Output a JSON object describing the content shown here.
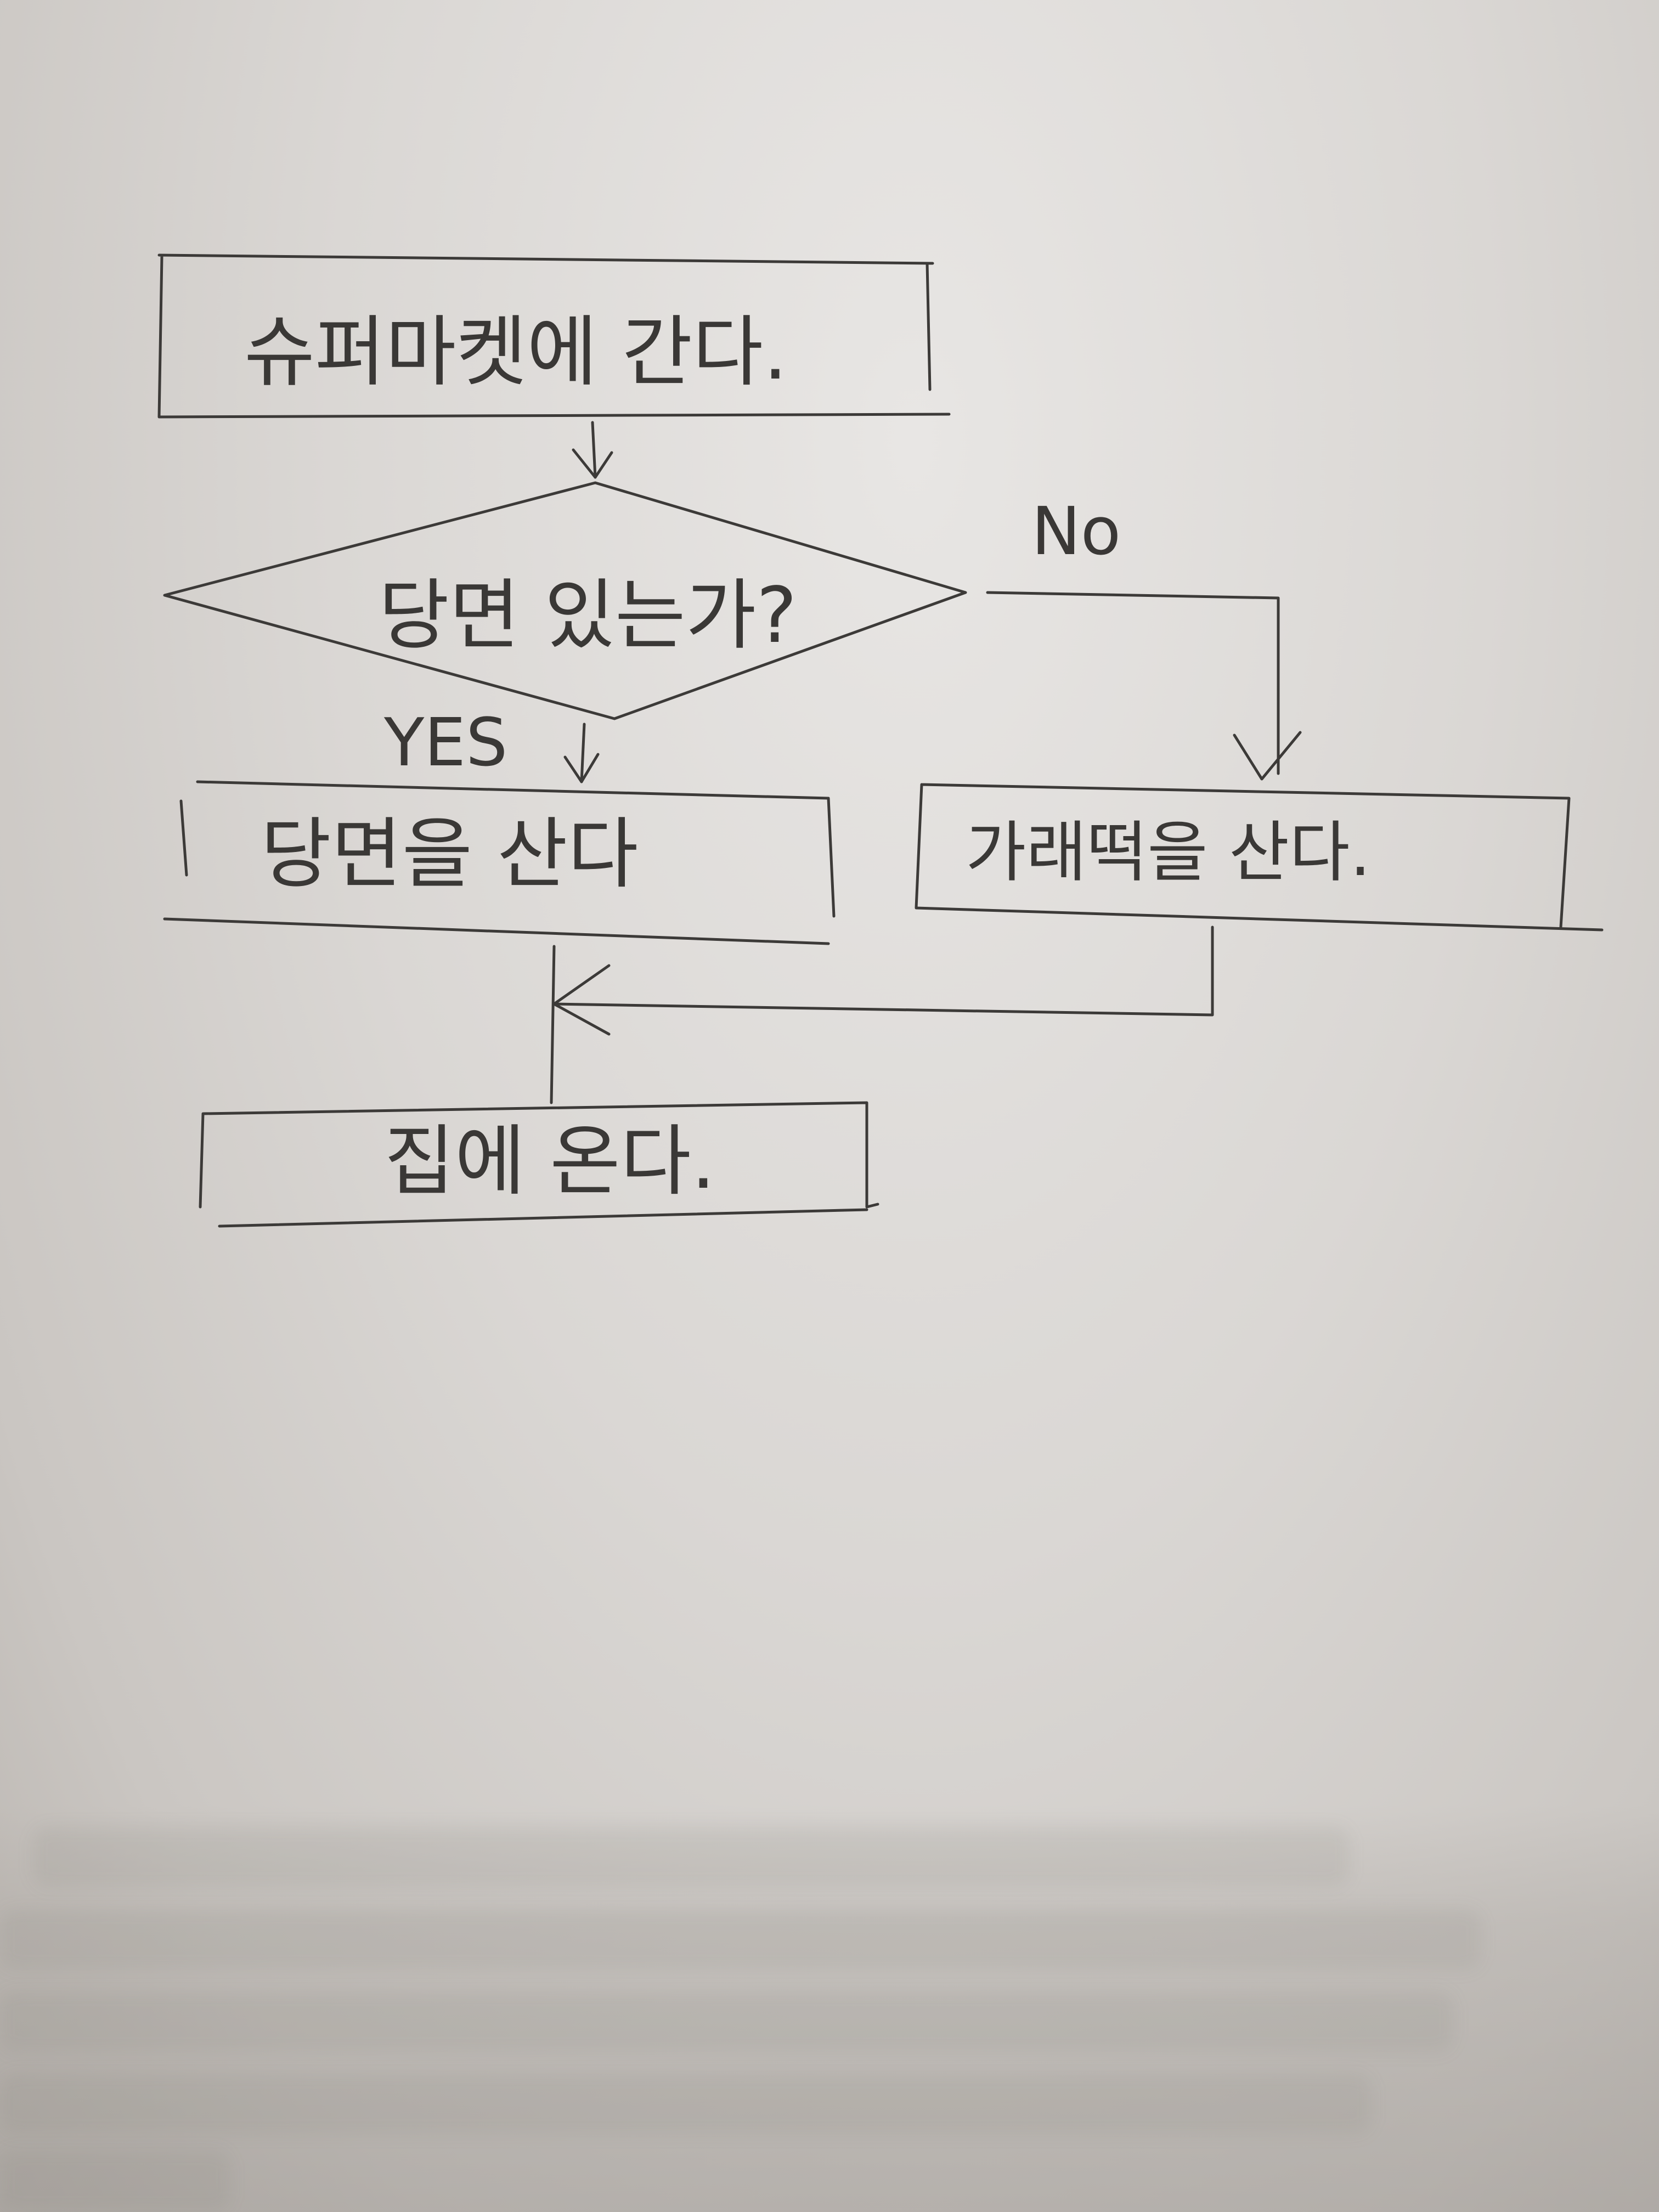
{
  "diagram": {
    "nodes": [
      {
        "id": "start",
        "shape": "rectangle",
        "label": "슈퍼마켓에 간다."
      },
      {
        "id": "decision",
        "shape": "diamond",
        "label": "당면 있는가?"
      },
      {
        "id": "buy-noodles",
        "shape": "rectangle",
        "label": "당면을 산다"
      },
      {
        "id": "buy-rice-cake",
        "shape": "rectangle",
        "label": "가래떡을 산다."
      },
      {
        "id": "end",
        "shape": "rectangle",
        "label": "집에 온다."
      }
    ],
    "edges": [
      {
        "from": "start",
        "to": "decision",
        "label": ""
      },
      {
        "from": "decision",
        "to": "buy-noodles",
        "label": "YES"
      },
      {
        "from": "decision",
        "to": "buy-rice-cake",
        "label": "No"
      },
      {
        "from": "buy-rice-cake",
        "to": "end",
        "label": ""
      },
      {
        "from": "buy-noodles",
        "to": "end",
        "label": ""
      }
    ],
    "ink_color": "#3c3a38",
    "paper_color": "#dad7d4"
  }
}
